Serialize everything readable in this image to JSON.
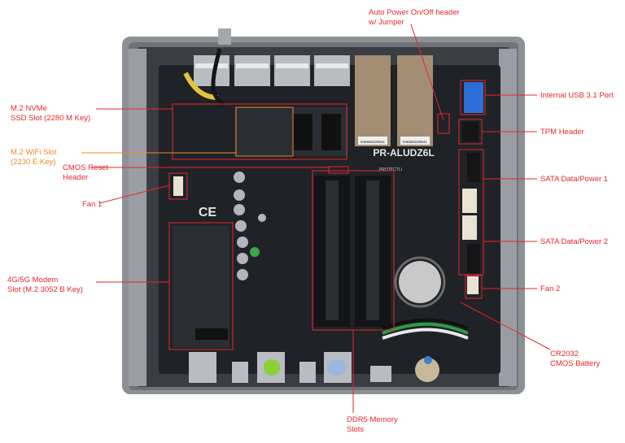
{
  "board": {
    "model_text": "PR-ALUDZ6L",
    "brand_text": "PROTECTLI",
    "ce_mark": "CE",
    "sticker_texts": [
      "646580229541",
      "646580229541"
    ],
    "callout_color": "#e8262d",
    "wifi_callout_color": "#f08a24"
  },
  "labels": {
    "auto_power": "Auto Power On/Off header\nw/ Jumper",
    "usb31": "Internal USB 3.1 Port",
    "tpm": "TPM Header",
    "sata1": "SATA Data/Power 1",
    "sata2": "SATA Data/Power 2",
    "fan2": "Fan 2",
    "cr2032": "CR2032\nCMOS Battery",
    "ddr5": "DDR5 Memory\nSlots",
    "m2_nvme": "M.2 NVMe\nSSD Slot (2280 M Key)",
    "m2_wifi": "M.2 WiFi Slot\n(2230 E Key)",
    "cmos_reset": "CMOS Reset\nHeader",
    "fan1": "Fan 1",
    "modem": "4G/5G Modem\nSlot (M.2 3052 B Key)"
  }
}
